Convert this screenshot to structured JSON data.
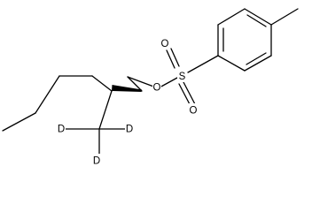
{
  "molecule": {
    "atoms": {
      "oxygen_ester": "O",
      "sulfur": "S",
      "oxygen_top": "O",
      "oxygen_bottom": "O",
      "deuterium_right": "D",
      "deuterium_left": "D",
      "deuterium_bottom": "D"
    }
  }
}
